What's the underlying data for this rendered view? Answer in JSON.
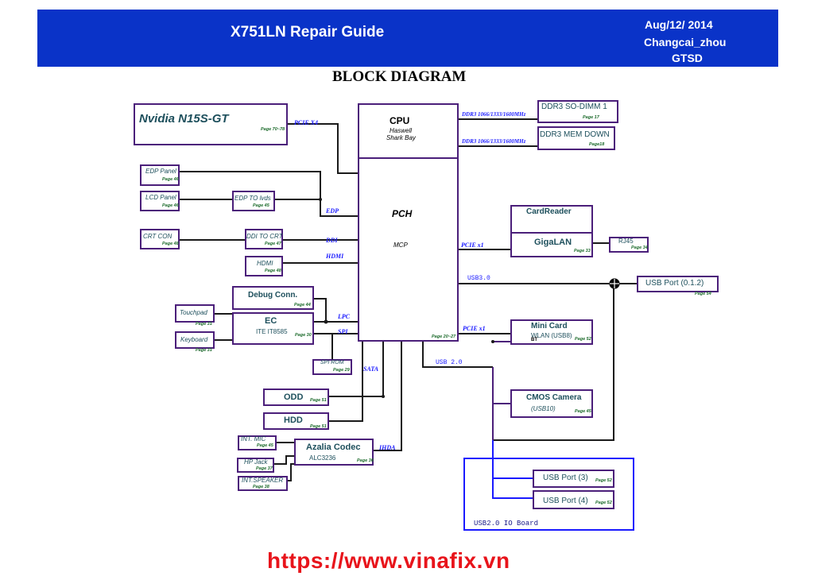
{
  "header": {
    "title": "X751LN Repair Guide",
    "date": "Aug/12/ 2014",
    "author": "Changcai_zhou",
    "dept": "GTSD"
  },
  "diagram_title": "BLOCK DIAGRAM",
  "blocks": {
    "gpu": {
      "label": "Nvidia N15S-GT",
      "page": "Page 70~78"
    },
    "cpu": {
      "label": "CPU",
      "sub1": "Haswell",
      "sub2": "Shark Bay"
    },
    "pch": {
      "label": "PCH",
      "sub": "MCP",
      "page": "Page 20~27"
    },
    "ddr3_sodimm": {
      "label": "DDR3 SO-DIMM 1",
      "page": "Page 17"
    },
    "ddr3_memdown": {
      "label": "DDR3 MEM DOWN",
      "page": "Page18"
    },
    "edp_panel": {
      "label": "EDP Panel",
      "page": "Page 46"
    },
    "lcd_panel": {
      "label": "LCD Panel",
      "page": "Page 46"
    },
    "edp_to_lvds": {
      "label": "EDP TO lvds",
      "page": "Page 45"
    },
    "crt_con": {
      "label": "CRT CON",
      "page": "Page 48"
    },
    "ddi_to_crt": {
      "label": "DDI TO CRT",
      "page": "Page 47"
    },
    "hdmi": {
      "label": "HDMI",
      "page": "Page 48"
    },
    "debug_conn": {
      "label": "Debug Conn.",
      "page": "Page 44"
    },
    "ec": {
      "label": "EC",
      "sub": "ITE IT8585",
      "page": "Page 30"
    },
    "touchpad": {
      "label": "Touchpad",
      "page": "Page 31"
    },
    "keyboard": {
      "label": "Keyboard",
      "page": "Page 31"
    },
    "spi_rom": {
      "label": "SPI ROM",
      "page": "Page 29"
    },
    "odd": {
      "label": "ODD",
      "page": "Page 51"
    },
    "hdd": {
      "label": "HDD",
      "page": "Page 51"
    },
    "azalia": {
      "label": "Azalia Codec",
      "sub": "ALC3236",
      "page": "Page 36"
    },
    "int_mic": {
      "label": "INT. MIC",
      "page": "Page 45"
    },
    "hp_jack": {
      "label": "HP Jack",
      "page": "Page 37"
    },
    "int_speaker": {
      "label": "INT.SPEAKER",
      "page": "Page 38"
    },
    "cardreader": {
      "label": "CardReader"
    },
    "gigalan": {
      "label": "GigaLAN",
      "page": "Page 33"
    },
    "rj45": {
      "label": "RJ45",
      "page": "Page 34"
    },
    "usb_port_012": {
      "label": "USB Port (0.1.2)",
      "page": "Page 54"
    },
    "mini_card": {
      "label": "Mini Card",
      "sub": "WLAN (USB8)",
      "extra": "BT",
      "page": "Page 52"
    },
    "cmos_camera": {
      "label": "CMOS Camera",
      "sub": "(USB10)",
      "page": "Page 45"
    },
    "usb_port_3": {
      "label": "USB Port (3)",
      "page": "Page 52"
    },
    "usb_port_4": {
      "label": "USB Port (4)",
      "page": "Page 52"
    },
    "io_board": {
      "label": "USB2.0 IO Board"
    }
  },
  "buses": {
    "pcie_x4": "PCIE X4",
    "edp": "EDP",
    "ddi": "DDI",
    "hdmi": "HDMI",
    "lpc": "LPC",
    "spi": "SPI",
    "sata": "SATA",
    "ihda": "IHDA",
    "ddr3_a": "DDR3 1066/1333/1600MHz",
    "ddr3_b": "DDR3 1066/1333/1600MHz",
    "pcie_x1_a": "PCIE x1",
    "usb3": "USB3.0",
    "pcie_x1_b": "PCIE x1",
    "usb2": "USB 2.0"
  },
  "footer_url": "https://www.vinafix.vn",
  "colors": {
    "header_bg": "#0a33c8",
    "box_border": "#4b1f7a",
    "bus_text": "#1a1aff",
    "io_board_border": "#1a1aff",
    "url": "#e8141b"
  }
}
